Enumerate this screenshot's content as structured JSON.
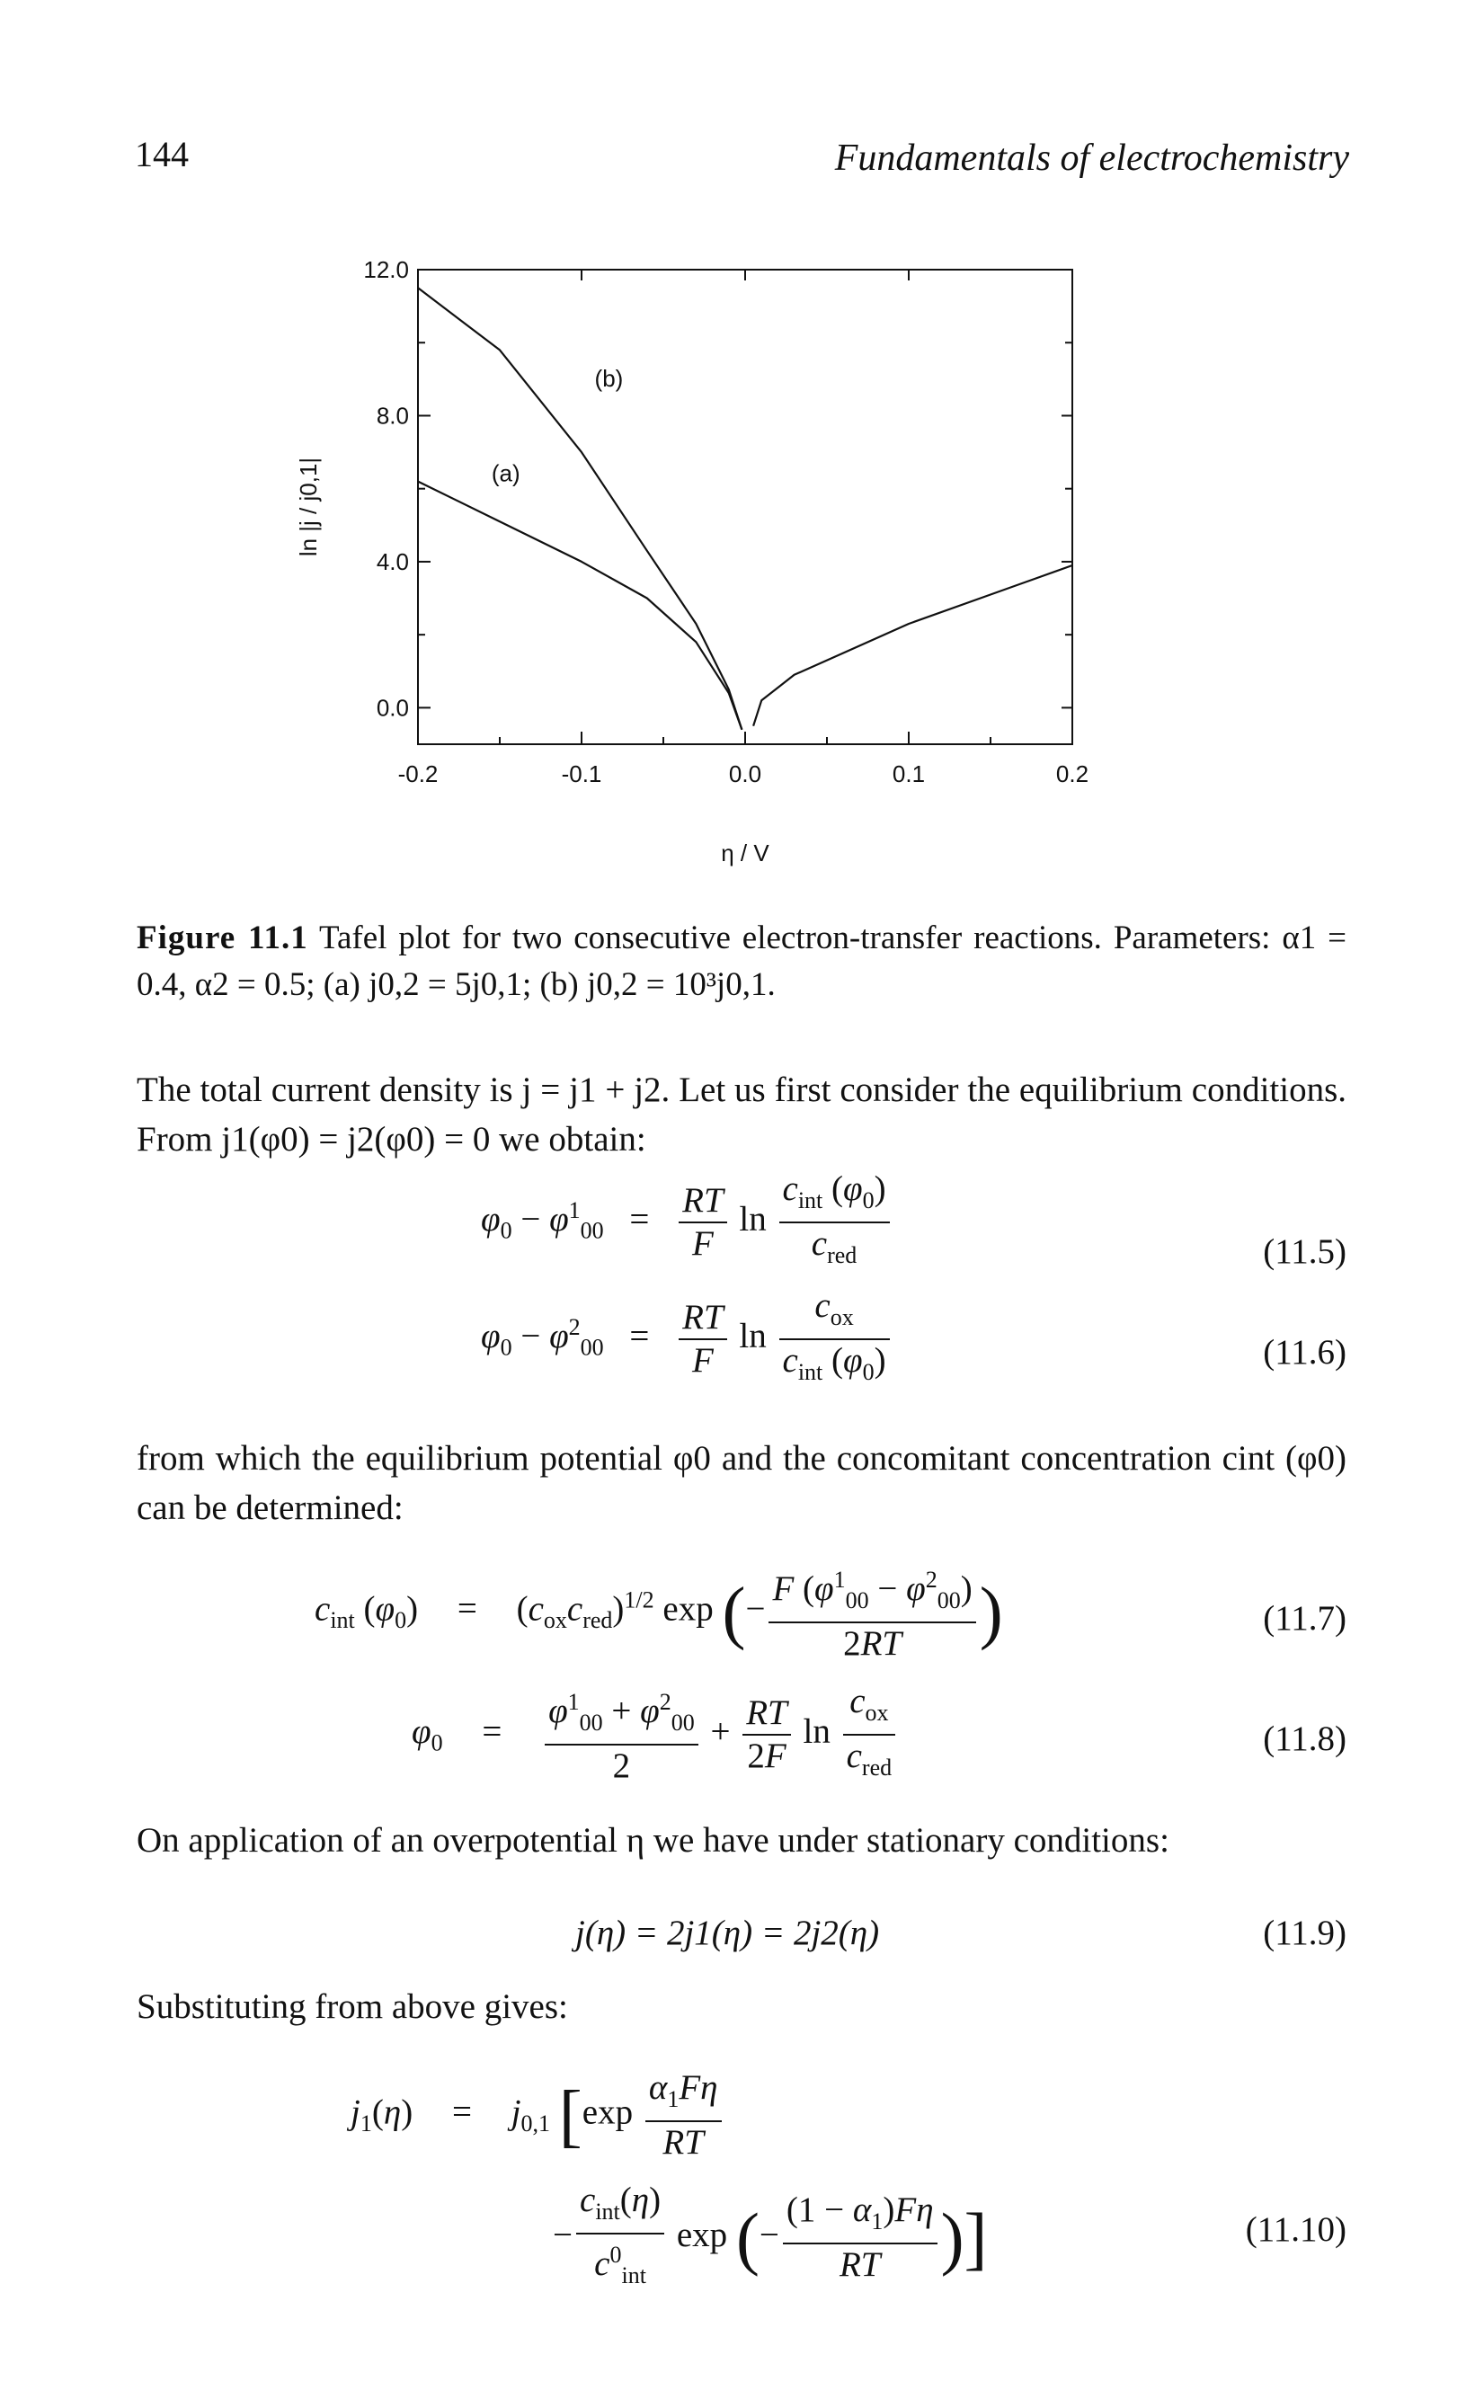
{
  "header": {
    "page_number": "144",
    "running_title": "Fundamentals of electrochemistry"
  },
  "chart_data": {
    "type": "line",
    "xlabel": "η / V",
    "ylabel": "ln |j / j0,1|",
    "xlim": [
      -0.2,
      0.2
    ],
    "ylim": [
      -1.0,
      12.0
    ],
    "x_ticks": [
      -0.2,
      -0.1,
      0.0,
      0.1,
      0.2
    ],
    "x_tick_labels": [
      "-0.2",
      "-0.1",
      "0.0",
      "0.1",
      "0.2"
    ],
    "y_ticks": [
      0.0,
      4.0,
      8.0,
      12.0
    ],
    "y_tick_labels": [
      "0.0",
      "4.0",
      "8.0",
      "12.0"
    ],
    "series": [
      {
        "name": "(a)",
        "x": [
          -0.2,
          -0.15,
          -0.1,
          -0.06,
          -0.03,
          -0.01,
          -0.002
        ],
        "y": [
          6.2,
          5.1,
          4.0,
          3.0,
          1.8,
          0.4,
          -0.6
        ]
      },
      {
        "name": "(b)",
        "x": [
          -0.2,
          -0.15,
          -0.1,
          -0.06,
          -0.03,
          -0.01,
          -0.002
        ],
        "y": [
          11.5,
          9.8,
          7.0,
          4.3,
          2.3,
          0.5,
          -0.6
        ]
      },
      {
        "name": "",
        "x": [
          0.005,
          0.01,
          0.03,
          0.06,
          0.1,
          0.15,
          0.2
        ],
        "y": [
          -0.5,
          0.2,
          0.9,
          1.5,
          2.3,
          3.1,
          3.9
        ]
      }
    ],
    "grid": false
  },
  "caption": {
    "label": "Figure 11.1",
    "text": "Tafel plot for two consecutive electron-transfer reactions. Parameters: α1 = 0.4, α2 = 0.5; (a) j0,2 = 5j0,1; (b) j0,2 = 10³j0,1."
  },
  "body": {
    "p1": "The total current density is j = j1 + j2. Let us first consider the equilibrium conditions. From j1(φ0) = j2(φ0) = 0 we obtain:",
    "p2": "from which the equilibrium potential φ0 and the concomitant concentration cint (φ0) can be determined:",
    "p3": "On application of an overpotential η we have under stationary conditions:",
    "p4": "Substituting from above gives:"
  },
  "equations": {
    "n5": "(11.5)",
    "n6": "(11.6)",
    "n7": "(11.7)",
    "n8": "(11.8)",
    "n9": "(11.9)",
    "n10": "(11.10)",
    "eq9": "j(η) = 2j1(η) = 2j2(η)"
  }
}
